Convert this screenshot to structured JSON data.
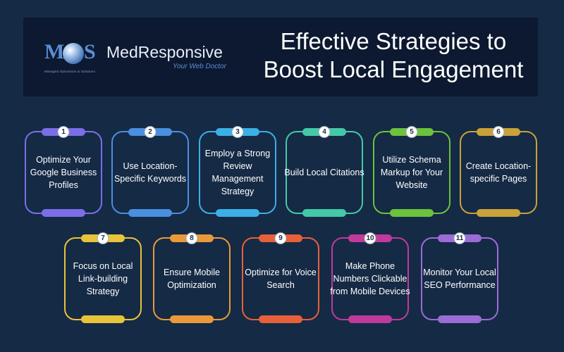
{
  "header": {
    "logo_mark_left": "M",
    "logo_mark_right": "S",
    "logo_tagline": "Managed Operations & Solutions",
    "brand_name": "MedResponsive",
    "brand_tagline": "Your Web Doctor",
    "title": "Effective Strategies to Boost Local Engagement"
  },
  "steps": [
    {
      "number": "1",
      "text": "Optimize Your Google Business Profiles",
      "color": "#7b6ee8"
    },
    {
      "number": "2",
      "text": "Use Location-Specific Keywords",
      "color": "#4a8fe0"
    },
    {
      "number": "3",
      "text": "Employ a Strong Review Management Strategy",
      "color": "#3bb0e6"
    },
    {
      "number": "4",
      "text": "Build Local Citations",
      "color": "#44c9a8"
    },
    {
      "number": "5",
      "text": "Utilize Schema Markup for Your Website",
      "color": "#6cc23c"
    },
    {
      "number": "6",
      "text": "Create Location-specific Pages",
      "color": "#c9a23a"
    },
    {
      "number": "7",
      "text": "Focus on Local Link-building Strategy",
      "color": "#e8c43a"
    },
    {
      "number": "8",
      "text": "Ensure Mobile Optimization",
      "color": "#e89a3a"
    },
    {
      "number": "9",
      "text": "Optimize for Voice Search",
      "color": "#e8603a"
    },
    {
      "number": "10",
      "text": "Make Phone Numbers Clickable from Mobile Devices",
      "color": "#c03a9c"
    },
    {
      "number": "11",
      "text": "Monitor Your Local SEO Performance",
      "color": "#9c6cd6"
    }
  ]
}
